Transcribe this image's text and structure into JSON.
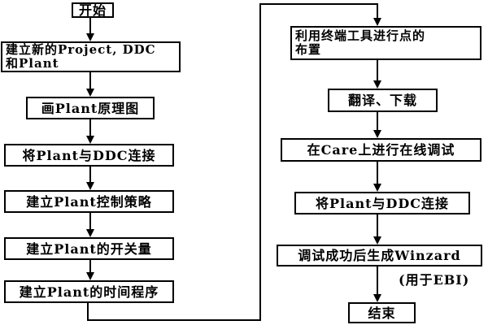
{
  "diagram": {
    "type": "flowchart",
    "background_color": "#ffffff",
    "line_color": "#000000",
    "box_border_color": "#000000",
    "text_color": "#000000",
    "nodes": {
      "start": "开始",
      "create_project": "建立新的Project, DDC\n和Plant",
      "draw_plant": "画Plant原理图",
      "connect_plant_ddc_1": "将Plant与DDC连接",
      "control_strategy": "建立Plant控制策略",
      "switch_volume": "建立Plant的开关量",
      "time_program": "建立Plant的时间程序",
      "terminal_points": "利用终端工具进行点的\n布置",
      "translate_download": "翻译、下载",
      "care_online_debug": "在Care上进行在线调试",
      "connect_plant_ddc_2": "将Plant与DDC连接",
      "generate_winzard": "调试成功后生成Winzard",
      "end": "结束"
    },
    "annotations": {
      "for_ebi": "(用于EBI)"
    },
    "flow_order_left": [
      "start",
      "create_project",
      "draw_plant",
      "connect_plant_ddc_1",
      "control_strategy",
      "switch_volume",
      "time_program"
    ],
    "flow_order_right": [
      "terminal_points",
      "translate_download",
      "care_online_debug",
      "connect_plant_ddc_2",
      "generate_winzard",
      "end"
    ]
  }
}
